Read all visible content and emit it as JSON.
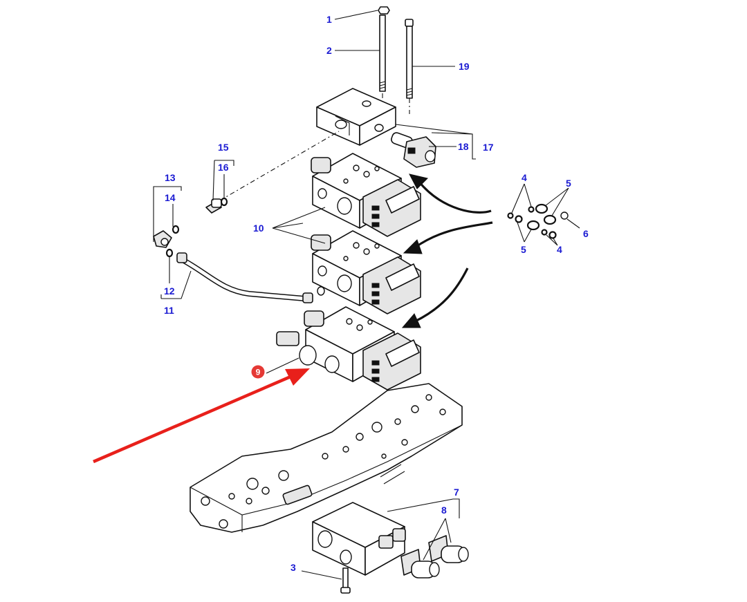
{
  "callouts": [
    {
      "id": "c1",
      "text": "1"
    },
    {
      "id": "c2",
      "text": "2"
    },
    {
      "id": "c3",
      "text": "3"
    },
    {
      "id": "c4a",
      "text": "4"
    },
    {
      "id": "c4b",
      "text": "4"
    },
    {
      "id": "c5a",
      "text": "5"
    },
    {
      "id": "c5b",
      "text": "5"
    },
    {
      "id": "c6",
      "text": "6"
    },
    {
      "id": "c7",
      "text": "7"
    },
    {
      "id": "c8",
      "text": "8"
    },
    {
      "id": "c10",
      "text": "10"
    },
    {
      "id": "c11",
      "text": "11"
    },
    {
      "id": "c12",
      "text": "12"
    },
    {
      "id": "c13",
      "text": "13"
    },
    {
      "id": "c14",
      "text": "14"
    },
    {
      "id": "c15",
      "text": "15"
    },
    {
      "id": "c16",
      "text": "16"
    },
    {
      "id": "c17",
      "text": "17"
    },
    {
      "id": "c18",
      "text": "18"
    },
    {
      "id": "c19",
      "text": "19"
    }
  ],
  "highlight": {
    "text": "9",
    "badge_color": "#e53935",
    "arrow_color": "#e8201b"
  },
  "colors": {
    "callout": "#1a1ad2",
    "line": "#111111"
  }
}
